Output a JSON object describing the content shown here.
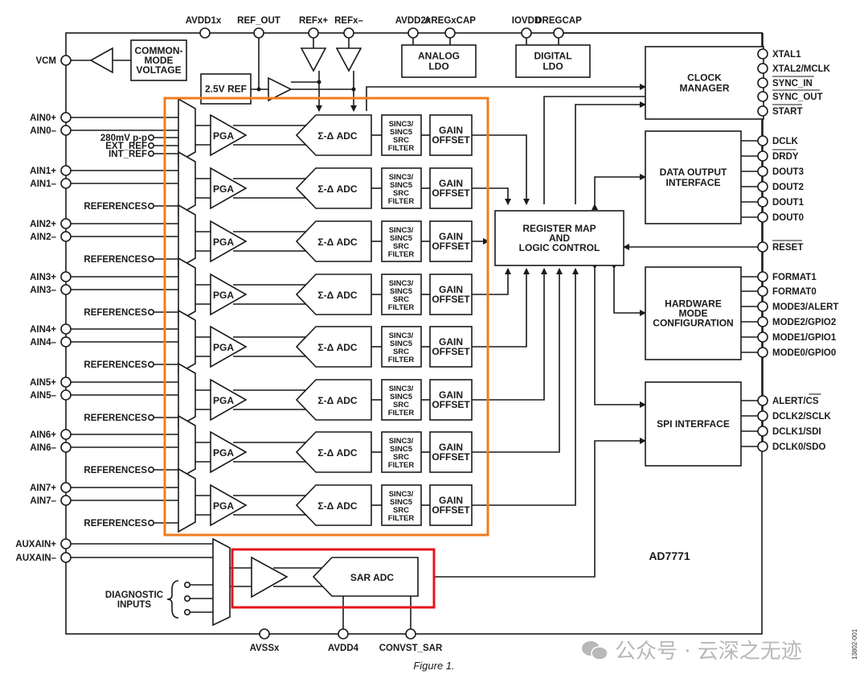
{
  "chip_name": "AD7771",
  "caption": "Figure 1.",
  "figure_id": "13802-001",
  "watermark": "公众号 · 云深之无迹",
  "highlight_colors": {
    "sigma_delta_region": "#f07c1c",
    "sar_region": "#e8141c"
  },
  "top_pins": [
    "AVDD1x",
    "REF_OUT",
    "REFx+",
    "REFx–",
    "AVDD2x",
    "AREGxCAP",
    "IOVDD",
    "DREGCAP"
  ],
  "bottom_pins": [
    "AVSSx",
    "AVDD4",
    "CONVST_SAR"
  ],
  "left_pins": {
    "vcm": "VCM",
    "channels": [
      {
        "pos": "AIN0+",
        "neg": "AIN0–"
      },
      {
        "pos": "AIN1+",
        "neg": "AIN1–"
      },
      {
        "pos": "AIN2+",
        "neg": "AIN2–"
      },
      {
        "pos": "AIN3+",
        "neg": "AIN3–"
      },
      {
        "pos": "AIN4+",
        "neg": "AIN4–"
      },
      {
        "pos": "AIN5+",
        "neg": "AIN5–"
      },
      {
        "pos": "AIN6+",
        "neg": "AIN6–"
      },
      {
        "pos": "AIN7+",
        "neg": "AIN7–"
      }
    ],
    "aux": [
      "AUXAIN+",
      "AUXAIN–"
    ]
  },
  "ch0_extra_inputs": [
    "280mV p-p",
    "EXT_REF",
    "INT_REF"
  ],
  "references_label": "REFERENCES",
  "diagnostic_inputs": [
    "DIAGNOSTIC",
    "INPUTS"
  ],
  "blocks": {
    "common_mode": [
      "COMMON-",
      "MODE",
      "VOLTAGE"
    ],
    "ref": "2.5V REF",
    "analog_ldo": [
      "ANALOG",
      "LDO"
    ],
    "digital_ldo": [
      "DIGITAL",
      "LDO"
    ],
    "pga": "PGA",
    "sd_adc": "Σ-Δ ADC",
    "filter": [
      "SINC3/",
      "SINC5",
      "SRC",
      "FILTER"
    ],
    "gain_offset": [
      "GAIN",
      "OFFSET"
    ],
    "register_map": [
      "REGISTER MAP",
      "AND",
      "LOGIC CONTROL"
    ],
    "clock_manager": [
      "CLOCK",
      "MANAGER"
    ],
    "data_output": [
      "DATA OUTPUT",
      "INTERFACE"
    ],
    "hw_mode": [
      "HARDWARE",
      "MODE",
      "CONFIGURATION"
    ],
    "spi": "SPI INTERFACE",
    "sar_adc": "SAR ADC"
  },
  "right_pins": {
    "clock": [
      "XTAL1",
      "XTAL2/MCLK",
      "SYNC_IN",
      "SYNC_OUT",
      "START"
    ],
    "data": [
      "DCLK",
      "DRDY",
      "DOUT3",
      "DOUT2",
      "DOUT1",
      "DOUT0"
    ],
    "reset": "RESET",
    "hw": [
      "FORMAT1",
      "FORMAT0",
      "MODE3/ALERT",
      "MODE2/GPIO2",
      "MODE1/GPIO1",
      "MODE0/GPIO0"
    ],
    "spi": [
      "ALERT/CS",
      "DCLK2/SCLK",
      "DCLK1/SDI",
      "DCLK0/SDO"
    ],
    "overlined": [
      "SYNC_IN",
      "SYNC_OUT",
      "START",
      "DRDY",
      "RESET"
    ]
  }
}
